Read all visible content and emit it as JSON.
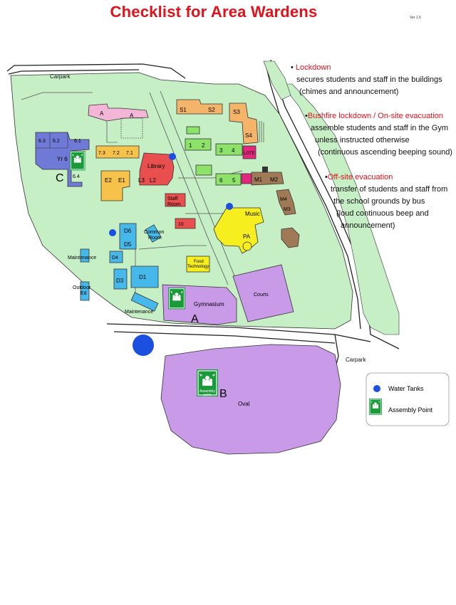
{
  "title": "Checklist for Area Wardens",
  "version": "Ver 1.5",
  "procedures": {
    "lockdown": {
      "heading": "Lockdown",
      "lines": [
        "secures students and staff in the buildings",
        "(chimes and announcement)"
      ]
    },
    "bushfire": {
      "heading": "Bushfire lockdown / On-site evacuation",
      "lines": [
        "assemble students and staff in the Gym",
        "unless instructed otherwise",
        "(continuous ascending beeping sound)"
      ]
    },
    "offsite": {
      "heading": "Off-site evacuation",
      "lines": [
        "transfer of students and staff from",
        "the school grounds by bus",
        "(loud continuous beep and",
        "announcement)"
      ]
    }
  },
  "legend": {
    "water_tanks": "Water Tanks",
    "assembly_point": "Assembly Point"
  },
  "map": {
    "carpark_top": "Carpark",
    "carpark_bottom": "Carpark",
    "buildings": {
      "a1": "A",
      "a2": "A",
      "s1": "S1",
      "s2": "S2",
      "s3": "S3",
      "s4": "S4",
      "lote": "LOTE",
      "b1": "1",
      "b2": "2",
      "b3": "3",
      "b4": "4",
      "b5": "5",
      "b6": "6",
      "m1": "M1",
      "m2": "M2",
      "m3": "M3",
      "m4": "M4",
      "b63": "6.3",
      "b62": "6.2",
      "b61": "6.1",
      "b64": "6.4",
      "yr6": "Yr 6",
      "b73": "7.3",
      "b72": "7.2",
      "b71": "7.1",
      "library": "Library",
      "l3": "L3",
      "l2": "L2",
      "e2": "E2",
      "e1": "E1",
      "staff1": "Staff",
      "staff2": "Room",
      "b10": "10",
      "music": "Music",
      "pa": "PA",
      "d6": "D6",
      "d5": "D5",
      "d4": "D4",
      "d3": "D3",
      "d1": "D1",
      "common1": "Common",
      "common2": "Room",
      "maint1": "Maintenance",
      "maint2": "Maintenance",
      "outdoor1": "Outdoor",
      "outdoor2": "Ed",
      "food1": "Food",
      "food2": "Technology",
      "gym": "Gymnasium",
      "courts": "Courts",
      "oval": "Oval"
    },
    "assembly_labels": {
      "a": "A",
      "b": "B",
      "c": "C",
      "point_line1": "Assembly",
      "point_line2": "point"
    }
  },
  "colors": {
    "title_red": "#e0121b",
    "grounds_green": "#c6efc6",
    "s_orange": "#f4b46a",
    "pink": "#f3b6d6",
    "green_block": "#8de26a",
    "magenta": "#e3277f",
    "brown": "#a07a56",
    "blue_block": "#6f79d6",
    "yellow_orange": "#f6c24a",
    "red_library": "#e94f4f",
    "cyan": "#46b9ea",
    "yellow": "#f6ee1f",
    "purple": "#c89ae8",
    "water_tank_blue": "#1b4fe0",
    "assembly_green": "#1a9a3b"
  }
}
